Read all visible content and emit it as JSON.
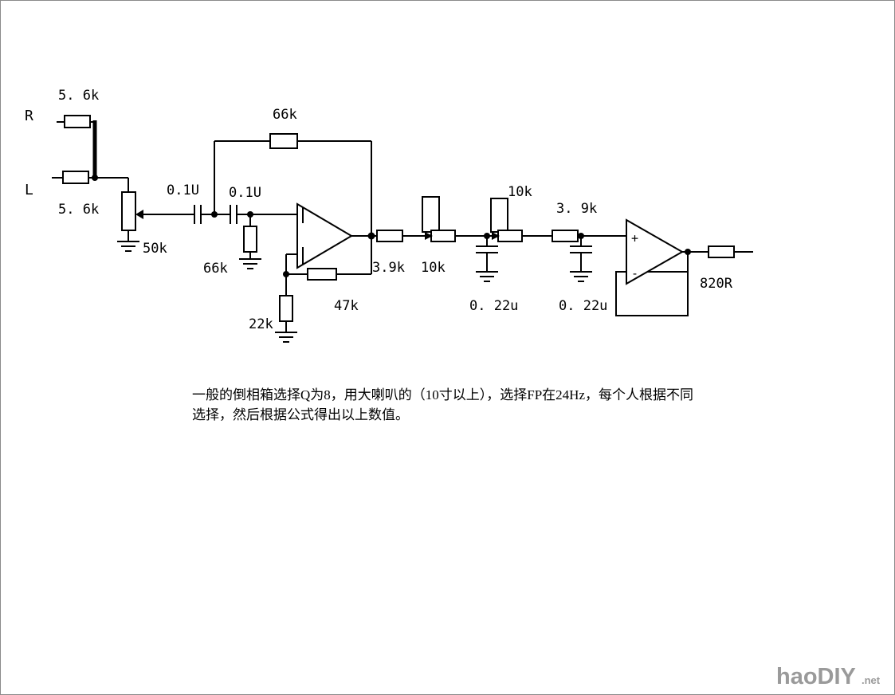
{
  "inputs": {
    "r_label": "R",
    "l_label": "L",
    "r_resistor": "5. 6k",
    "l_resistor": "5. 6k",
    "volume_pot": "50k"
  },
  "stage1": {
    "cap1": "0.1U",
    "cap2": "0.1U",
    "feedback_resistor": "66k",
    "shunt_resistor": "66k",
    "gain_resistor": "47k",
    "ground_resistor": "22k"
  },
  "filter": {
    "resistor1": "3.9k",
    "pot1": "10k",
    "pot2": "10k",
    "cap1": "0. 22u",
    "cap2": "0. 22u",
    "resistor2": "3. 9k"
  },
  "stage2": {
    "plus": "+",
    "minus": "-",
    "output_resistor": "820R"
  },
  "notes": {
    "line1": "一般的倒相箱选择Q为8，用大喇叭的（10寸以上），选择FP在24Hz，每个人根据不同",
    "line2": "选择，然后根据公式得出以上数值。"
  },
  "watermark": {
    "text": "haoDIY",
    "suffix": ".net"
  }
}
